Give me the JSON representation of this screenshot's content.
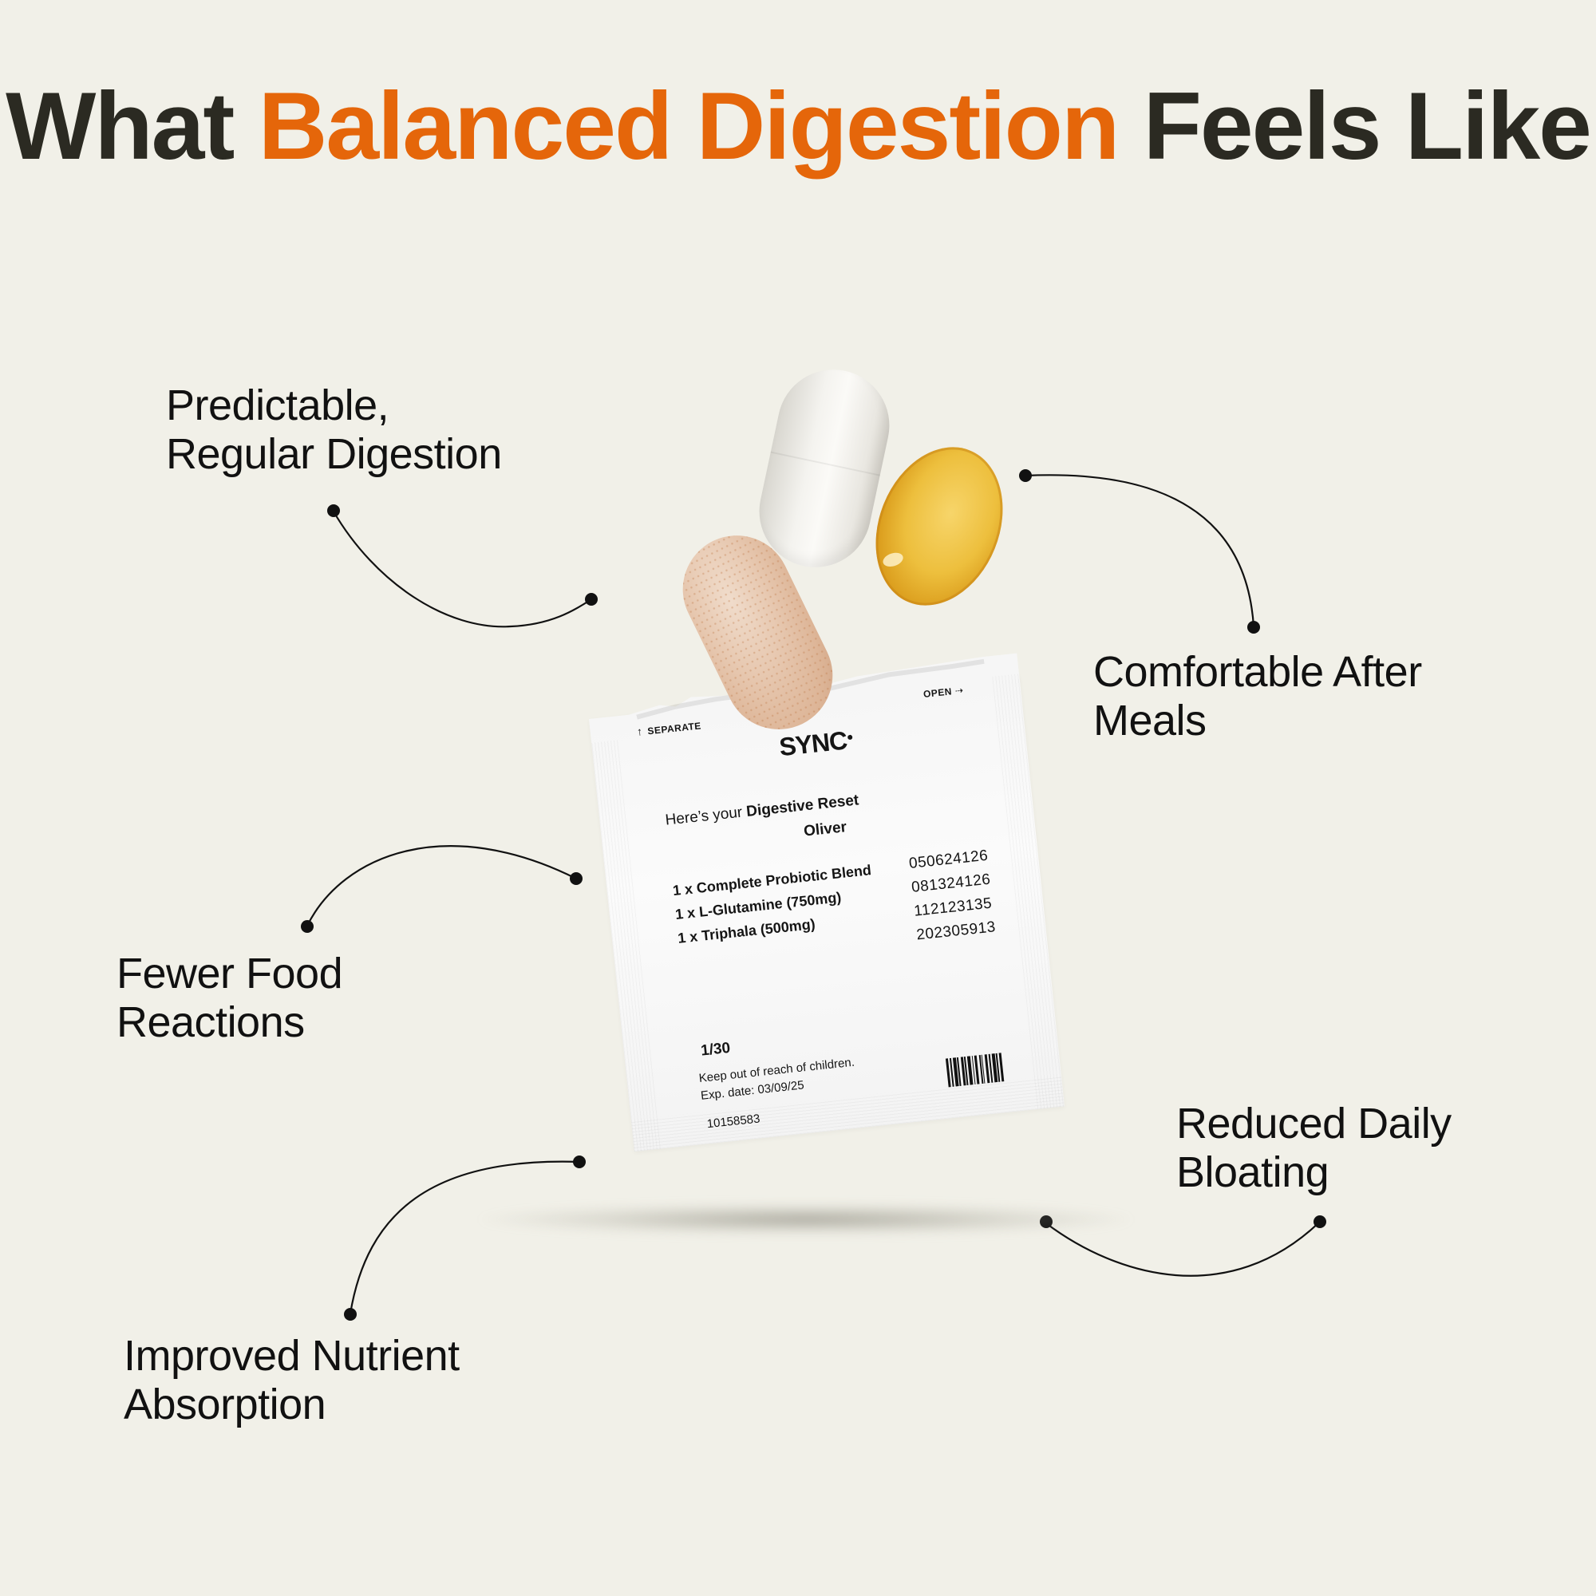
{
  "title": {
    "prefix": "What",
    "highlight": "Balanced Digestion",
    "suffix": "Feels Like",
    "colors": {
      "text": "#2B2A22",
      "accent": "#E5660A"
    }
  },
  "background": "#F1F0E8",
  "benefits": [
    {
      "id": "predictable",
      "line1": "Predictable,",
      "line2": "Regular Digestion"
    },
    {
      "id": "comfortable",
      "line1": "Comfortable After",
      "line2": "Meals"
    },
    {
      "id": "food-reactions",
      "line1": "Fewer Food",
      "line2": "Reactions"
    },
    {
      "id": "bloating",
      "line1": "Reduced Daily",
      "line2": "Bloating"
    },
    {
      "id": "absorption",
      "line1": "Improved Nutrient",
      "line2": "Absorption"
    }
  ],
  "sachet": {
    "separate_label": "SEPARATE",
    "separate_icon": "↑",
    "open_label": "OPEN",
    "open_icon": "⇢",
    "brand": "SYNC",
    "greeting_prefix": "Here’s your",
    "greeting_product": "Digestive Reset",
    "customer_name": "Oliver",
    "items": [
      {
        "label": "1 x Complete Probiotic Blend",
        "code": "050624126"
      },
      {
        "label": "1 x L-Glutamine (750mg)",
        "code": "081324126"
      },
      {
        "label": "1 x Triphala (500mg)",
        "code": "112123135"
      }
    ],
    "extra_code": "202305913",
    "count": "1/30",
    "warning": "Keep out of reach of children.",
    "expiry": "Exp. date: 03/09/25",
    "lot_number": "10158583"
  },
  "pills": [
    {
      "name": "white-capsule",
      "color": "#F4F3EF"
    },
    {
      "name": "yellow-softgel",
      "color": "#EDBF3D"
    },
    {
      "name": "tan-capsule",
      "color": "#E7C8B0"
    }
  ]
}
